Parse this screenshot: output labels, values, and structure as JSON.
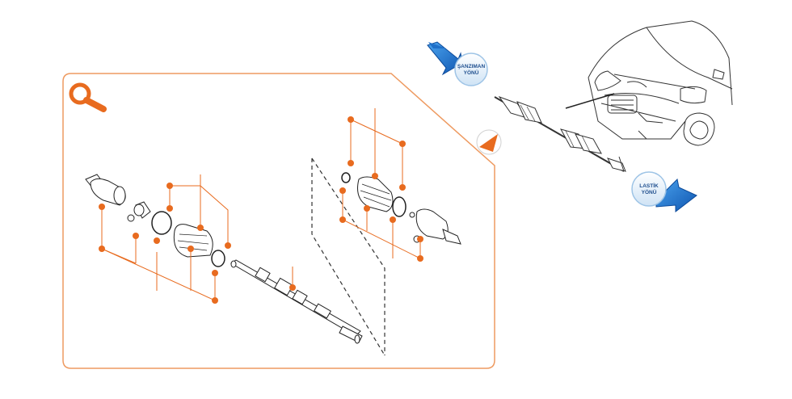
{
  "colors": {
    "accent": "#e86b1f",
    "frame": "#ee9a60",
    "arrow_blue": "#1e6fc8",
    "badge_text": "#1f4f8f",
    "line_art": "#222222"
  },
  "badges": {
    "transmission": {
      "line1": "ŞANZIMAN",
      "line2": "YÖNÜ",
      "icon": "arrow-up-left-icon"
    },
    "wheel": {
      "line1": "LASTİK",
      "line2": "YÖNÜ",
      "icon": "arrow-down-right-icon"
    }
  },
  "icons": {
    "zoom": "magnifier-icon",
    "pointer": "triangle-pointer-icon"
  }
}
